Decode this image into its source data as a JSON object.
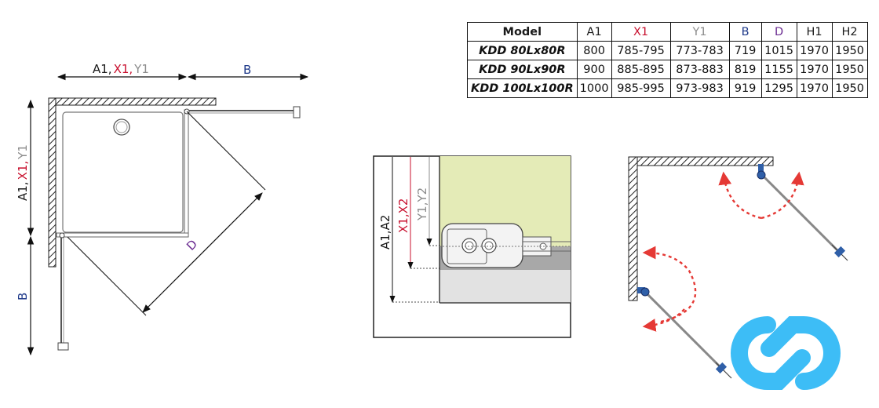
{
  "colors": {
    "a": "#1a1a1a",
    "x": "#c8102e",
    "y": "#8c8c8c",
    "b": "#1f3a8a",
    "d": "#6b2c91",
    "arrow": "#e53935",
    "glass_green": "#e4ebb7",
    "hinge_blue": "#2f5fa8",
    "logo": "#29b6f6"
  },
  "table": {
    "headers": [
      {
        "label": "Model",
        "color": "#1a1a1a"
      },
      {
        "label": "A1",
        "color": "#1a1a1a"
      },
      {
        "label": "X1",
        "color": "#c8102e"
      },
      {
        "label": "Y1",
        "color": "#8c8c8c"
      },
      {
        "label": "B",
        "color": "#1f3a8a"
      },
      {
        "label": "D",
        "color": "#6b2c91"
      },
      {
        "label": "H1",
        "color": "#1a1a1a"
      },
      {
        "label": "H2",
        "color": "#1a1a1a"
      }
    ],
    "rows": [
      {
        "model": "KDD 80Lx80R",
        "cells": [
          "800",
          "785-795",
          "773-783",
          "719",
          "1015",
          "1970",
          "1950"
        ]
      },
      {
        "model": "KDD 90Lx90R",
        "cells": [
          "900",
          "885-895",
          "873-883",
          "819",
          "1155",
          "1970",
          "1950"
        ]
      },
      {
        "model": "KDD 100Lx100R",
        "cells": [
          "1000",
          "985-995",
          "973-983",
          "919",
          "1295",
          "1970",
          "1950"
        ]
      }
    ]
  },
  "plan": {
    "top_label_a": "A1,",
    "top_label_x": "X1,",
    "top_label_y": "Y1",
    "top_label_b": "B",
    "side_label_a": "A1,",
    "side_label_x": "X1,",
    "side_label_y": "Y1",
    "side_label_b": "B",
    "diag_label": "D"
  },
  "detail": {
    "label_a": "A1,A2",
    "label_x": "X1,X2",
    "label_y": "Y1,Y2"
  }
}
